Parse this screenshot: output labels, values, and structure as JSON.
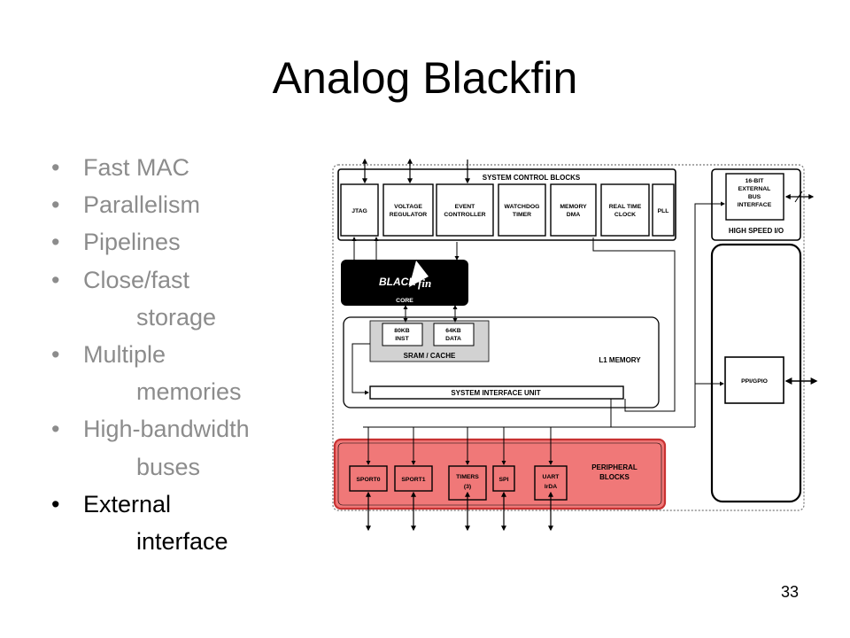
{
  "slide": {
    "title": "Analog Blackfin",
    "page_number": "33",
    "bullets": [
      {
        "text": "Fast MAC",
        "cont": "",
        "active": false
      },
      {
        "text": "Parallelism",
        "cont": "",
        "active": false
      },
      {
        "text": "Pipelines",
        "cont": "",
        "active": false
      },
      {
        "text": "Close/fast",
        "cont": "storage",
        "active": false
      },
      {
        "text": "Multiple",
        "cont": "memories",
        "active": false
      },
      {
        "text": "High-bandwidth",
        "cont": "buses",
        "active": false
      },
      {
        "text": "External",
        "cont": "interface",
        "active": true
      }
    ],
    "bullet_glyph": "•"
  },
  "diagram": {
    "system_control": {
      "label": "SYSTEM CONTROL BLOCKS",
      "blocks": [
        {
          "l1": "JTAG",
          "l2": ""
        },
        {
          "l1": "VOLTAGE",
          "l2": "REGULATOR"
        },
        {
          "l1": "EVENT",
          "l2": "CONTROLLER"
        },
        {
          "l1": "WATCHDOG",
          "l2": "TIMER"
        },
        {
          "l1": "MEMORY",
          "l2": "DMA"
        },
        {
          "l1": "REAL TIME",
          "l2": "CLOCK"
        },
        {
          "l1": "PLL",
          "l2": ""
        }
      ]
    },
    "high_speed_io": {
      "label": "HIGH SPEED I/O",
      "block": [
        "16-BIT",
        "EXTERNAL",
        "BUS",
        "INTERFACE"
      ]
    },
    "core": {
      "logo_a": "BLACK",
      "logo_b": "fin",
      "label": "CORE"
    },
    "l1_memory": {
      "label": "L1 MEMORY",
      "inst": [
        "80KB",
        "INST"
      ],
      "data": [
        "64KB",
        "DATA"
      ],
      "sram": "SRAM / CACHE",
      "siu": "SYSTEM INTERFACE UNIT"
    },
    "ppi": {
      "label": "PPI/GPIO"
    },
    "peripheral": {
      "label": [
        "PERIPHERAL",
        "BLOCKS"
      ],
      "blocks": [
        {
          "l1": "SPORT0",
          "l2": ""
        },
        {
          "l1": "SPORT1",
          "l2": ""
        },
        {
          "l1": "TIMERS",
          "l2": "(3)"
        },
        {
          "l1": "SPI",
          "l2": ""
        },
        {
          "l1": "UART",
          "l2": "IrDA"
        }
      ]
    },
    "colors": {
      "peripheral_fill": "#f07878",
      "peripheral_stroke": "#c83232",
      "core_fill": "#000000",
      "sram_fill": "#d2d2d2"
    }
  }
}
